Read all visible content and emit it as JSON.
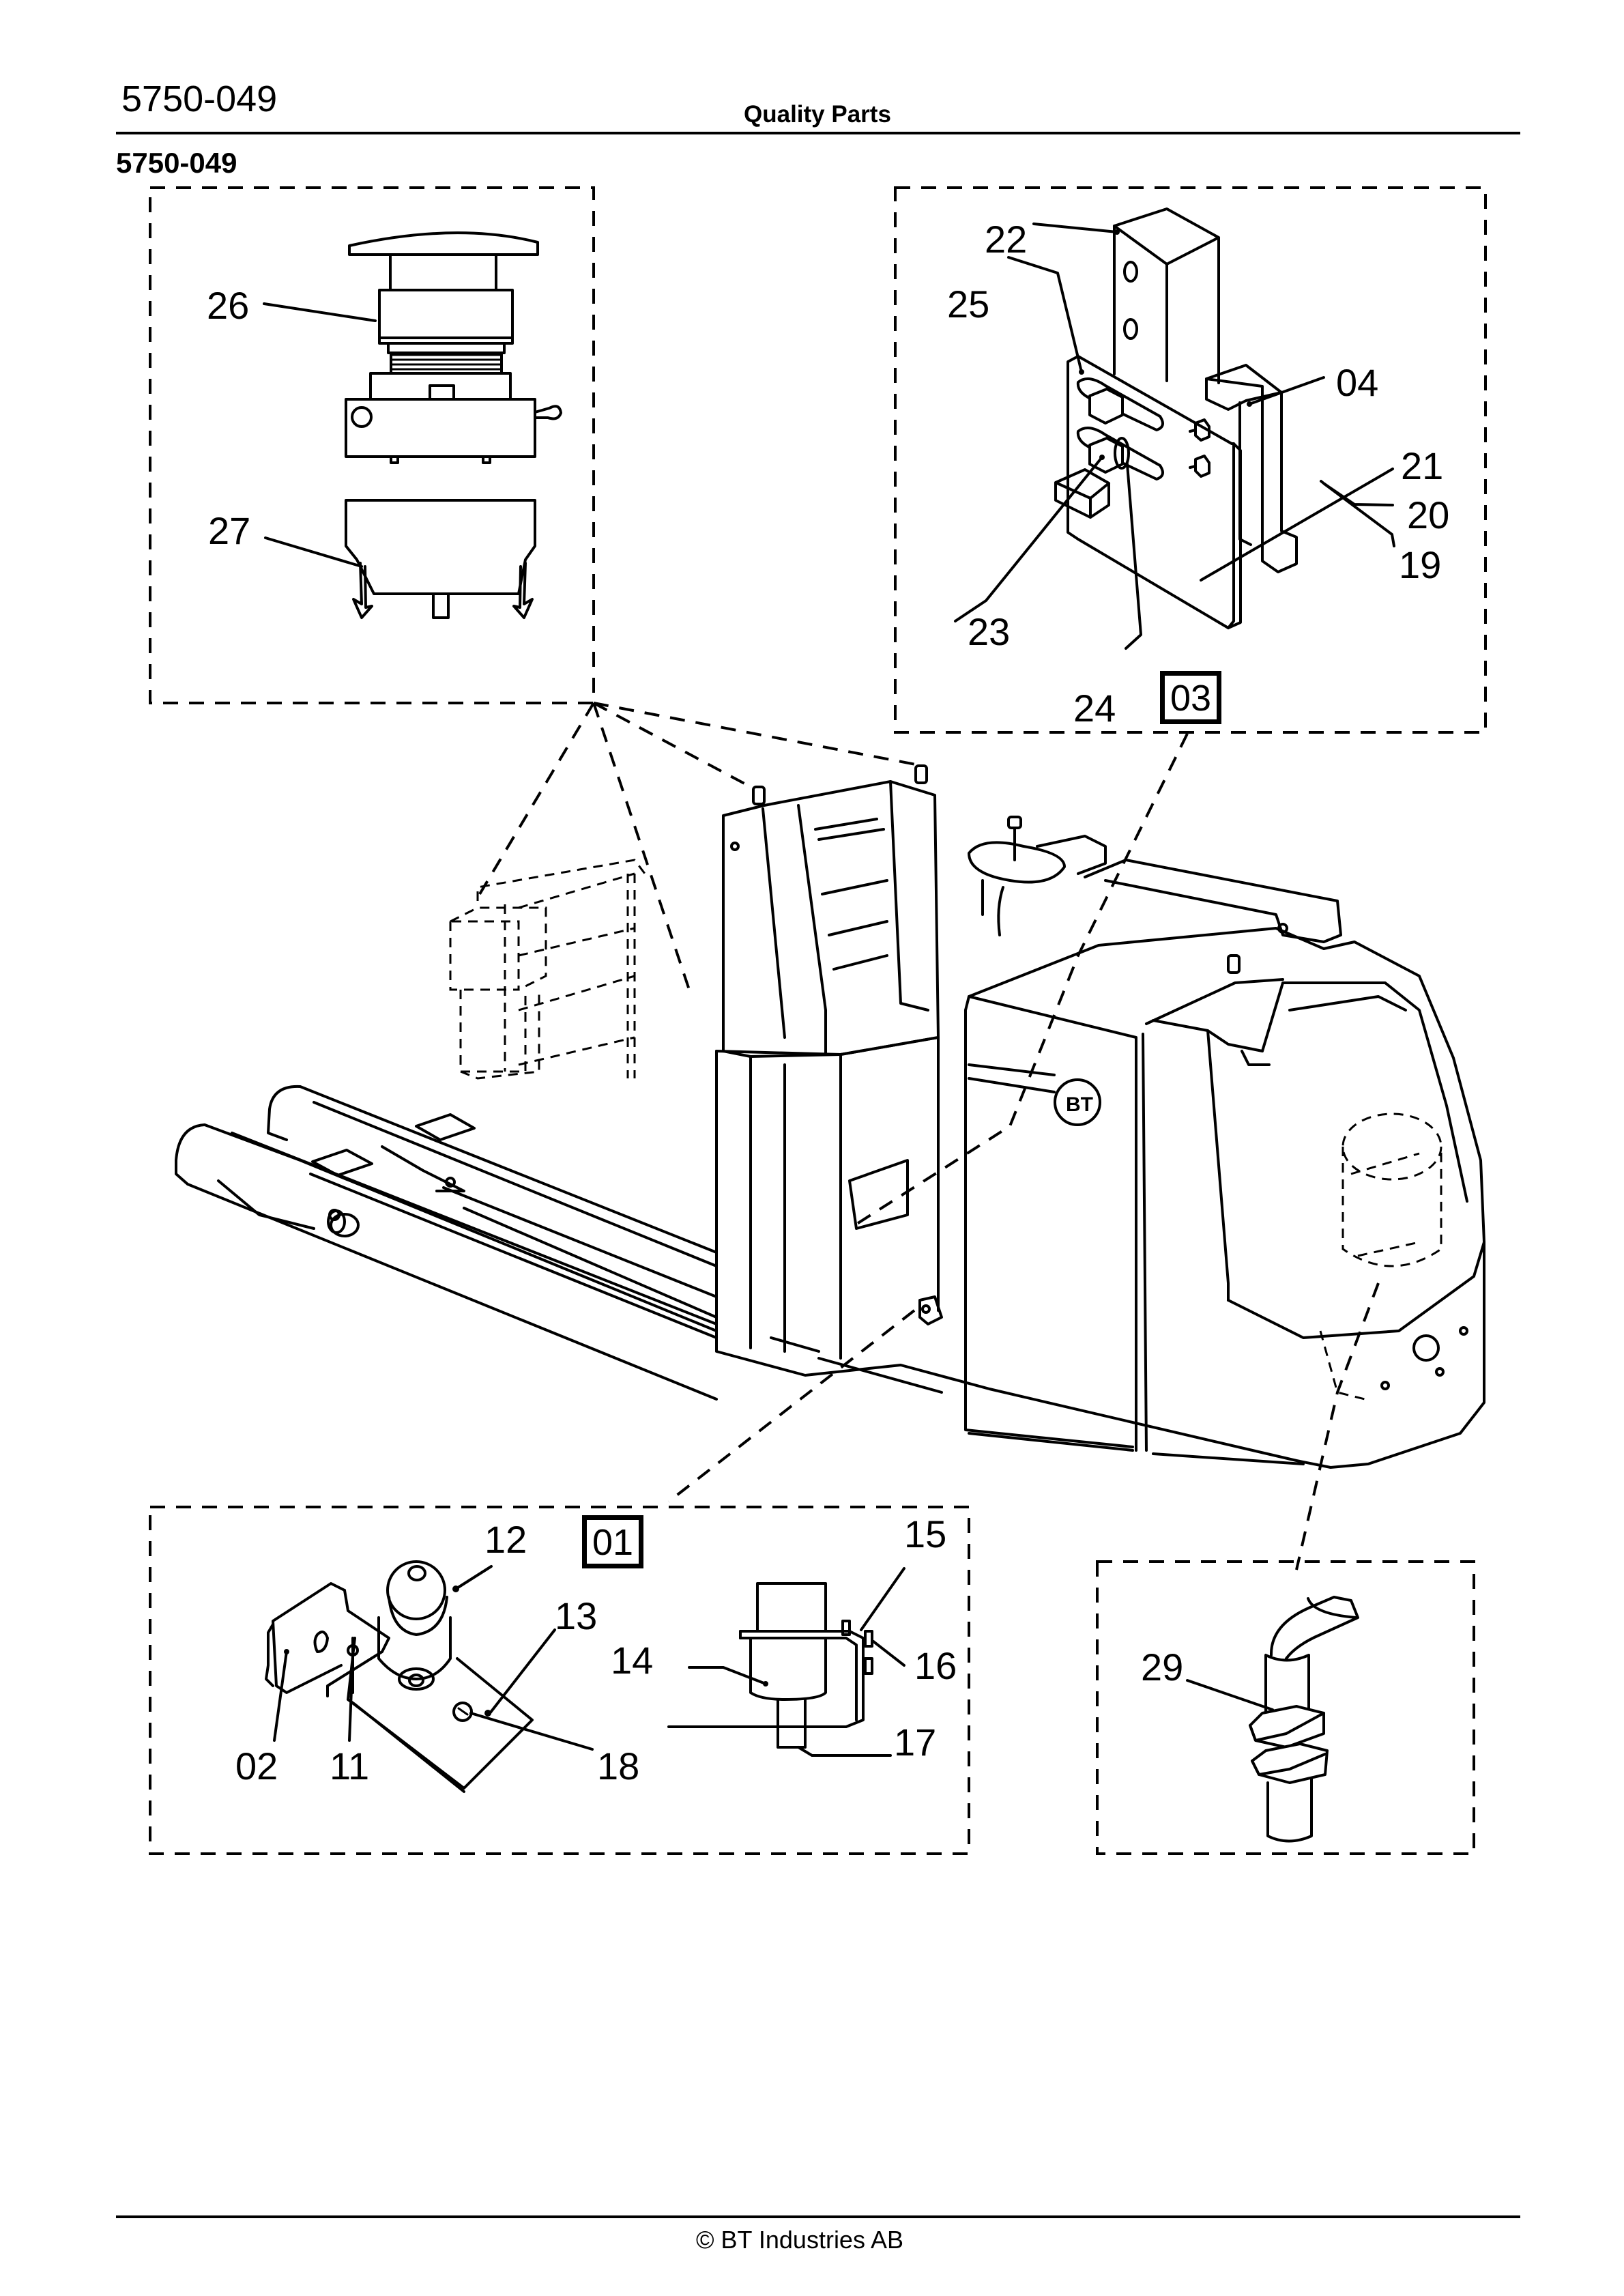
{
  "header": {
    "document_code": "5750-049",
    "title": "Quality Parts"
  },
  "section": {
    "code": "5750-049"
  },
  "footer": {
    "copyright": "© BT Industries AB"
  },
  "detail_views": {
    "emergency_stop": {
      "labels": [
        "26",
        "27"
      ]
    },
    "adjustment_bracket": {
      "box_label": "03",
      "labels": [
        "22",
        "25",
        "04",
        "21",
        "20",
        "19",
        "23",
        "24"
      ]
    },
    "switch_assembly": {
      "box_label": "01",
      "labels": [
        "12",
        "13",
        "14",
        "15",
        "16",
        "17",
        "18",
        "02",
        "11"
      ]
    },
    "sensor": {
      "labels": [
        "29"
      ]
    }
  },
  "icons": {
    "truck_logo": "BT"
  },
  "colors": {
    "ink": "#000000",
    "paper": "#ffffff"
  }
}
